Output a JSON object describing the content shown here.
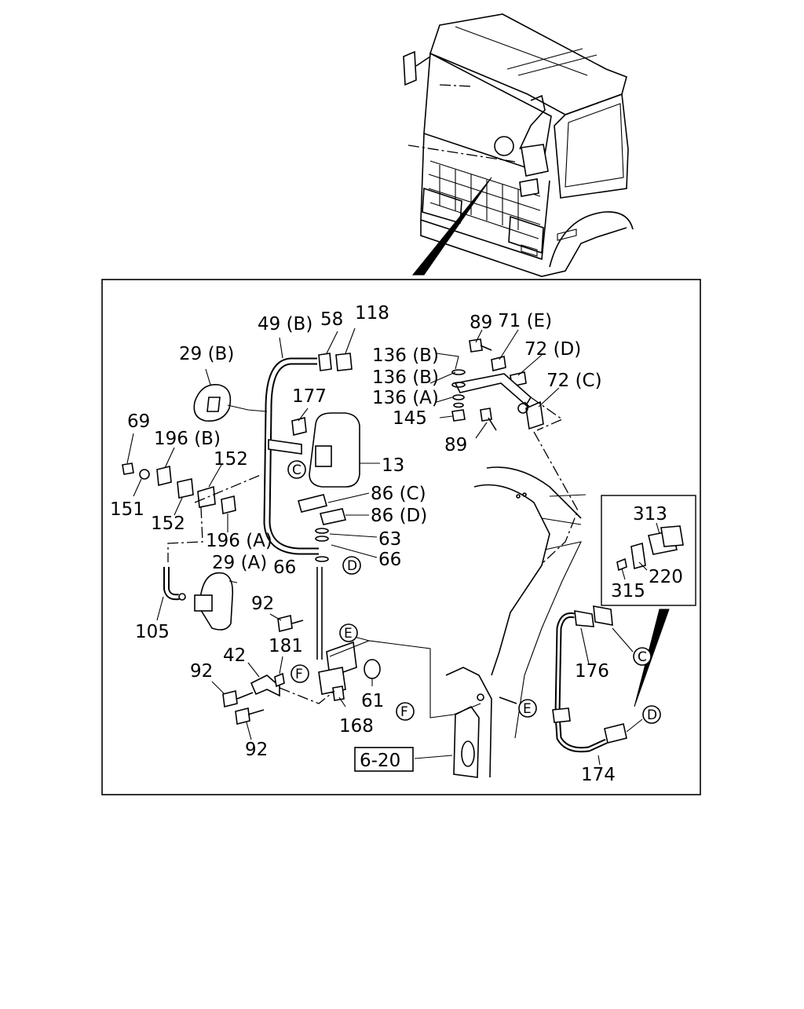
{
  "labels": {
    "p89_top": "89",
    "p71e": "71 (E)",
    "p72d": "72 (D)",
    "p72c": "72 (C)",
    "p136b_1": "136 (B)",
    "p136b_2": "136 (B)",
    "p136a": "136 (A)",
    "p145": "145",
    "p89_bot": "89",
    "p49b": "49 (B)",
    "p58": "58",
    "p118": "118",
    "p29b": "29 (B)",
    "p177": "177",
    "p13": "13",
    "p69": "69",
    "p196b": "196 (B)",
    "p152_top": "152",
    "p151": "151",
    "p152_bot": "152",
    "p196a": "196 (A)",
    "p86c": "86 (C)",
    "p86d": "86 (D)",
    "p63": "63",
    "p66_right": "66",
    "p66_left": "66",
    "p29a": "29 (A)",
    "p105": "105",
    "p92_top": "92",
    "p42": "42",
    "p181": "181",
    "p92_mid": "92",
    "p92_bot": "92",
    "p61": "61",
    "p168": "168",
    "p313": "313",
    "p220": "220",
    "p315": "315",
    "p176": "176",
    "p174": "174",
    "ref_6_20": "6-20"
  },
  "connectors": {
    "c_c": "C",
    "c_d": "D",
    "c_e": "E",
    "c_f": "F",
    "c_e2": "E",
    "c_f2": "F",
    "c_c2": "C",
    "c_d2": "D"
  }
}
